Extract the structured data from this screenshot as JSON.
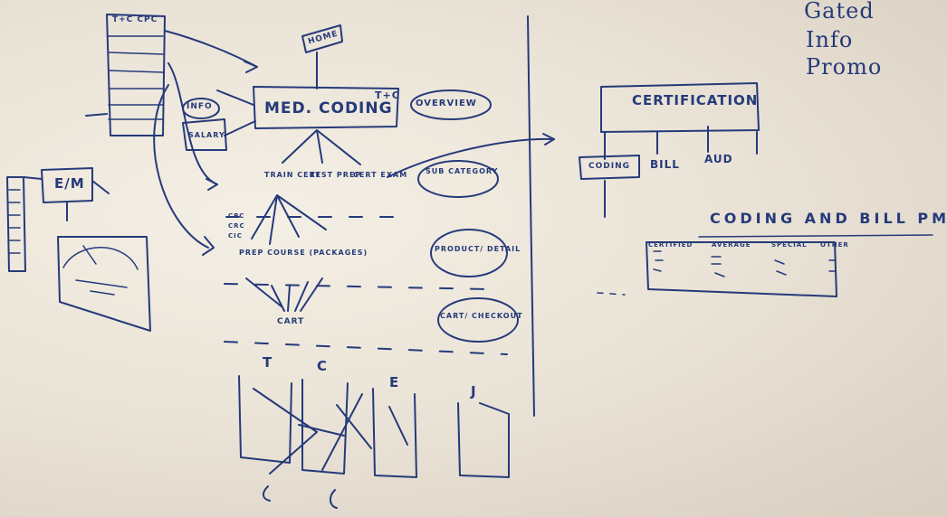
{
  "whiteboard": {
    "ink_color": "#253a7a",
    "corner_note": [
      "Gated",
      "Info",
      "Promo"
    ],
    "sitemap": {
      "home": "HOME",
      "root": "MED. CODING",
      "root_mark": "T+C",
      "info": "INFO",
      "salary": "SALARY",
      "levels": [
        {
          "nodes": [
            "TRAIN CERT",
            "TEST PREP",
            "CERT EXAM"
          ],
          "label": "SUB CATEGORY"
        },
        {
          "nodes": [
            "PREP COURSE (PACKAGES)"
          ],
          "label": "PRODUCT/ DETAIL"
        },
        {
          "nodes": [
            "CART"
          ],
          "label": "CART/ CHECKOUT"
        }
      ],
      "overview": "OVERVIEW",
      "cert_codes": [
        "CPC",
        "CRC",
        "CIC"
      ]
    },
    "left_panel": {
      "stack_label": "T+C CPC",
      "em_label": "E/M"
    },
    "certification": {
      "title": "CERTIFICATION",
      "children": [
        "CODING",
        "BILL",
        "AUD"
      ],
      "table_title": "CODING AND BILL PM",
      "table_headers": [
        "CERTIFIED",
        "AVERAGE",
        "SPECIAL",
        "OTHER"
      ]
    },
    "bottom_letters": [
      "T",
      "C",
      "E",
      "J"
    ]
  }
}
